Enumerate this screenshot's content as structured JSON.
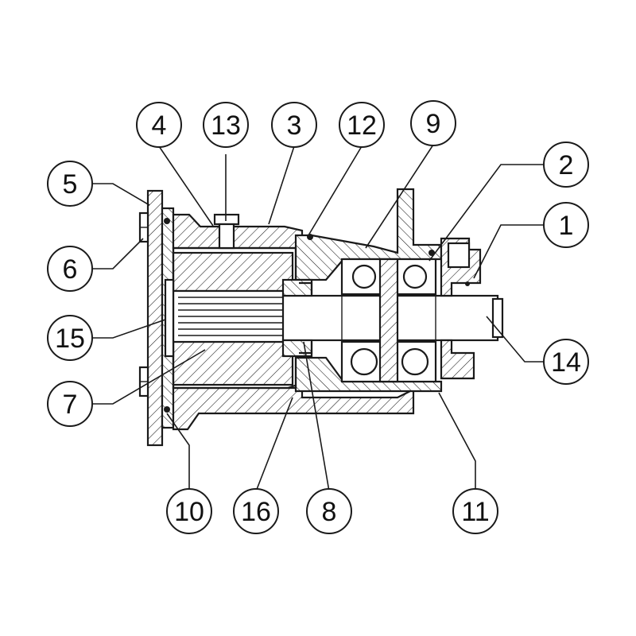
{
  "diagram": {
    "callouts": [
      {
        "key": "c1",
        "label": "1"
      },
      {
        "key": "c2",
        "label": "2"
      },
      {
        "key": "c3",
        "label": "3"
      },
      {
        "key": "c4",
        "label": "4"
      },
      {
        "key": "c5",
        "label": "5"
      },
      {
        "key": "c6",
        "label": "6"
      },
      {
        "key": "c7",
        "label": "7"
      },
      {
        "key": "c8",
        "label": "8"
      },
      {
        "key": "c9",
        "label": "9"
      },
      {
        "key": "c10",
        "label": "10"
      },
      {
        "key": "c11",
        "label": "11"
      },
      {
        "key": "c12",
        "label": "12"
      },
      {
        "key": "c13",
        "label": "13"
      },
      {
        "key": "c14",
        "label": "14"
      },
      {
        "key": "c15",
        "label": "15"
      },
      {
        "key": "c16",
        "label": "16"
      }
    ],
    "colors": {
      "line": "#1a1a1a",
      "background": "#ffffff"
    }
  }
}
